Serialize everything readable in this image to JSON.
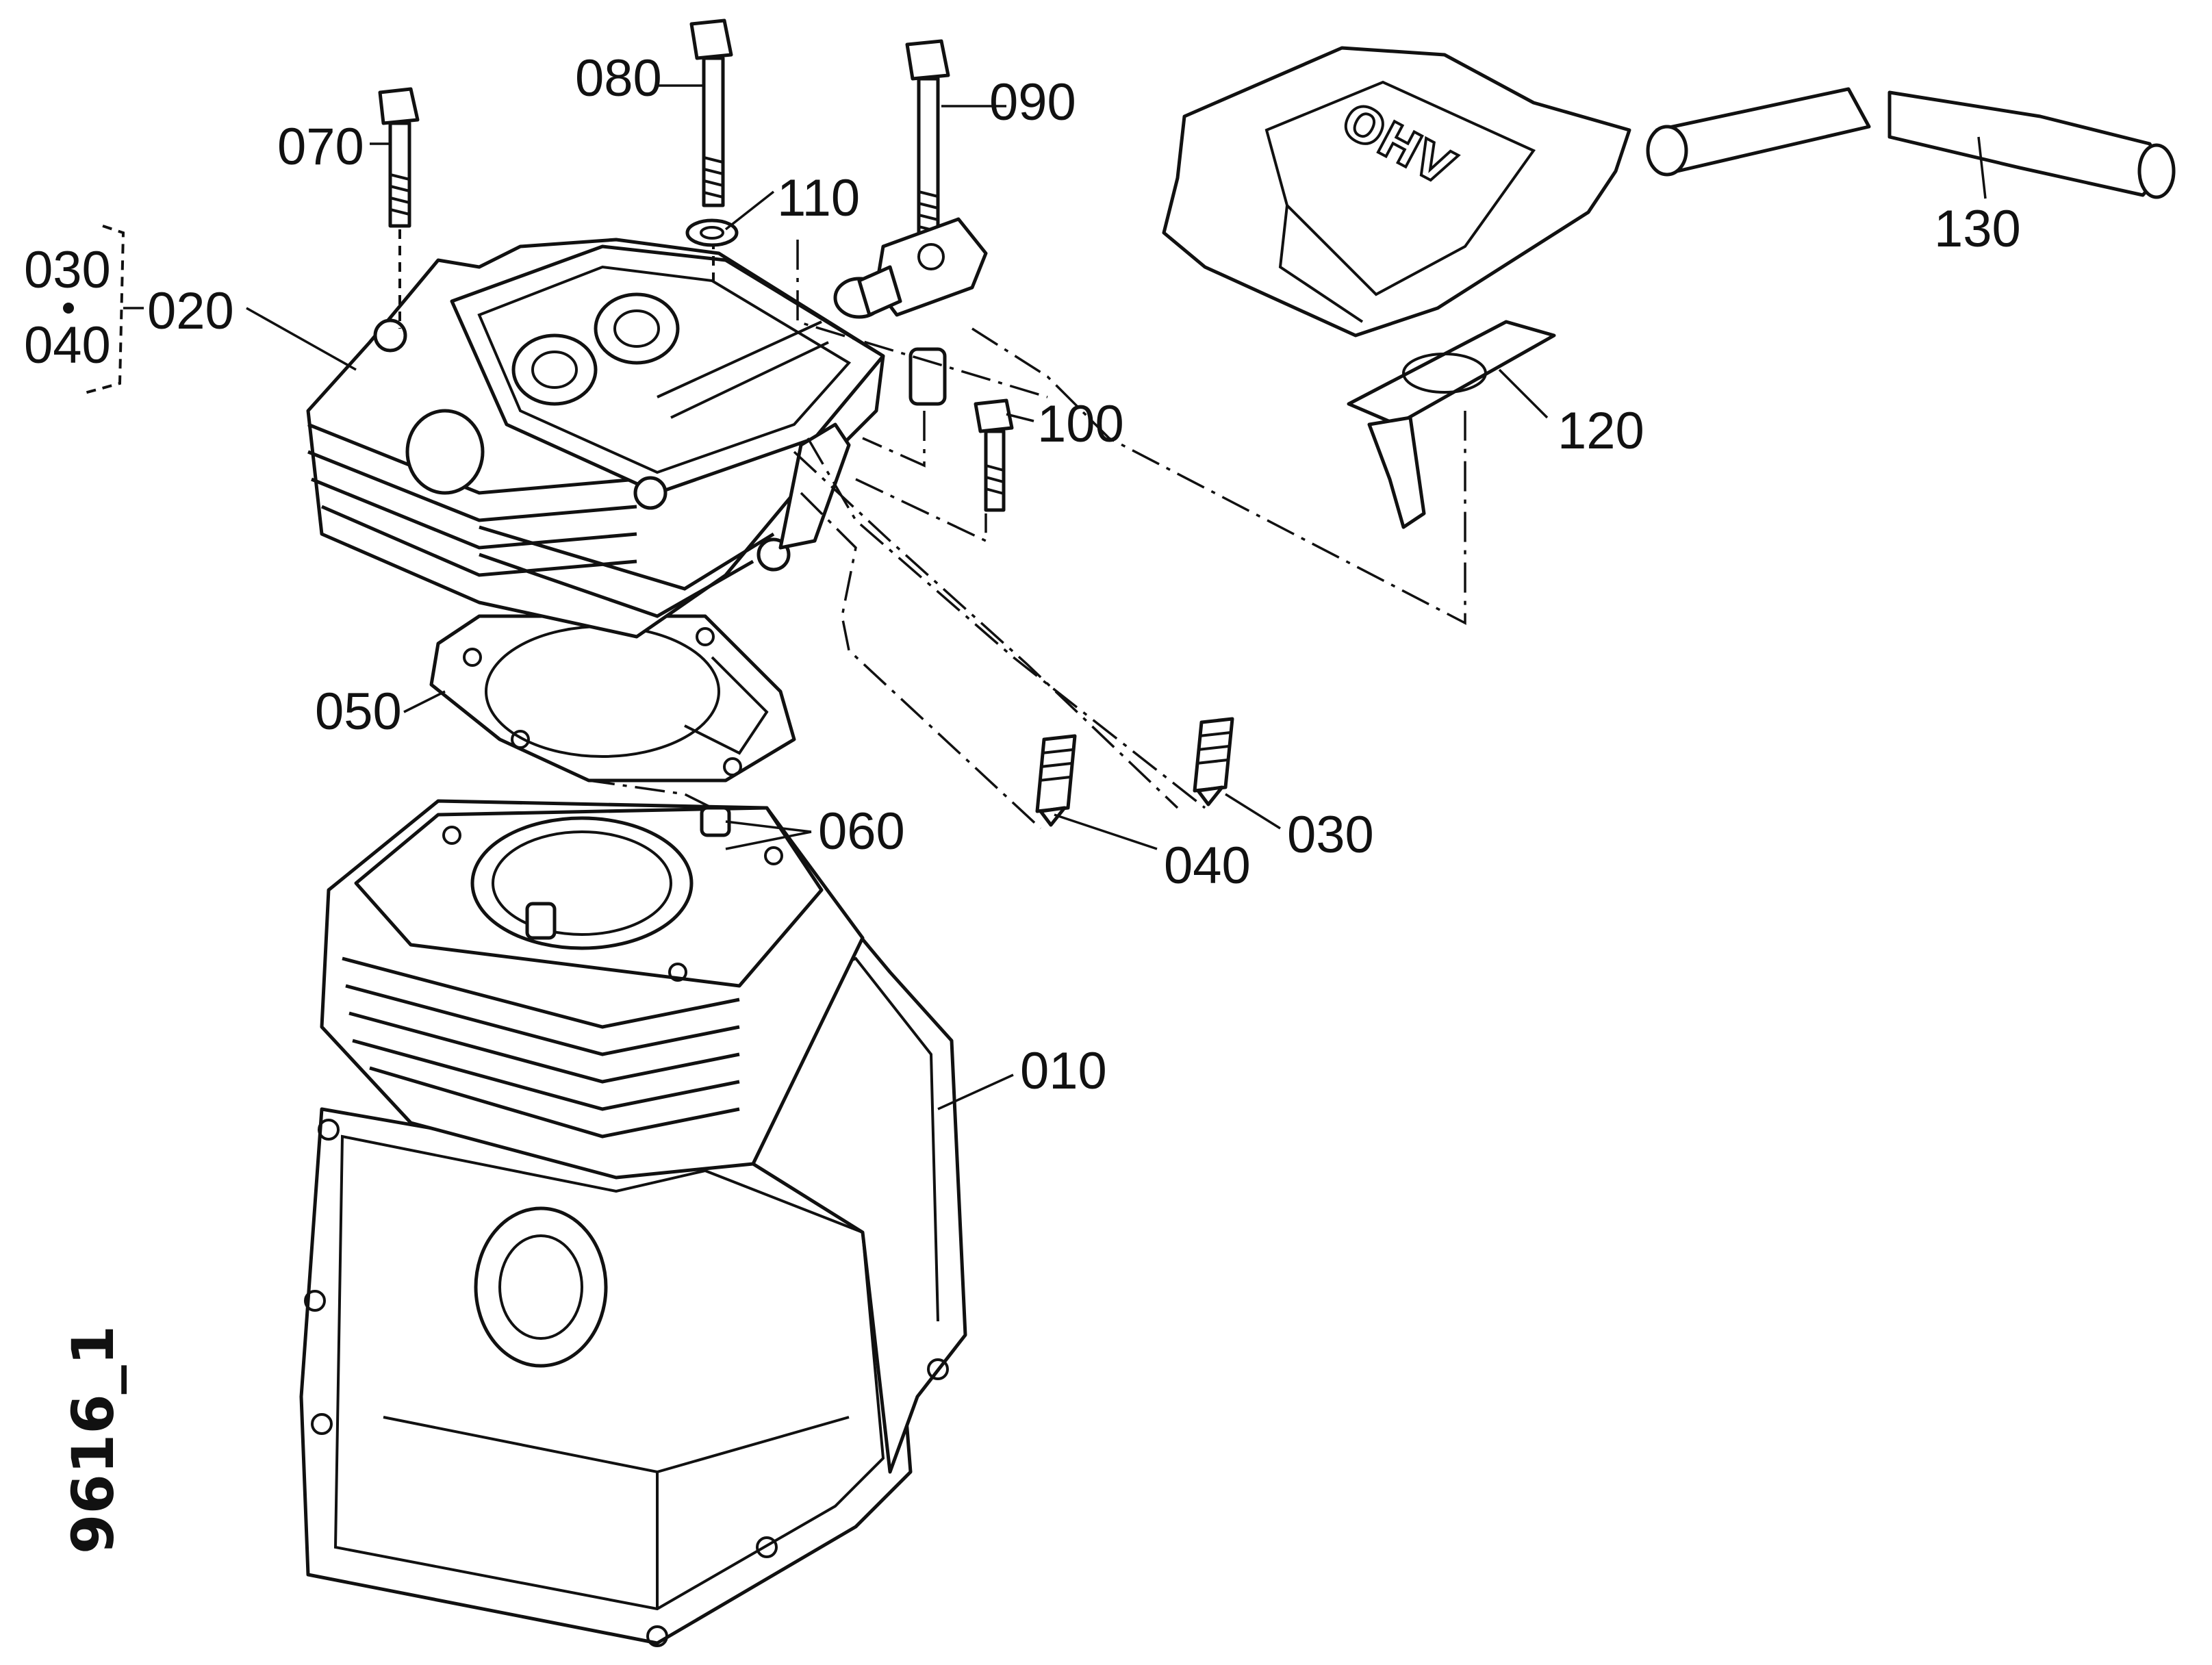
{
  "figure_id": "9616_1",
  "cover_emboss": "OHV",
  "callouts": [
    {
      "key": "c010",
      "label": "010"
    },
    {
      "key": "c020",
      "label": "020"
    },
    {
      "key": "c030",
      "label": "030"
    },
    {
      "key": "c040",
      "label": "040"
    },
    {
      "key": "c050",
      "label": "050"
    },
    {
      "key": "c060",
      "label": "060"
    },
    {
      "key": "c070",
      "label": "070"
    },
    {
      "key": "c080",
      "label": "080"
    },
    {
      "key": "c090",
      "label": "090"
    },
    {
      "key": "c100",
      "label": "100"
    },
    {
      "key": "c110",
      "label": "110"
    },
    {
      "key": "c120",
      "label": "120"
    },
    {
      "key": "c130",
      "label": "130"
    }
  ],
  "group_note": {
    "top": "030",
    "bottom": "040"
  }
}
